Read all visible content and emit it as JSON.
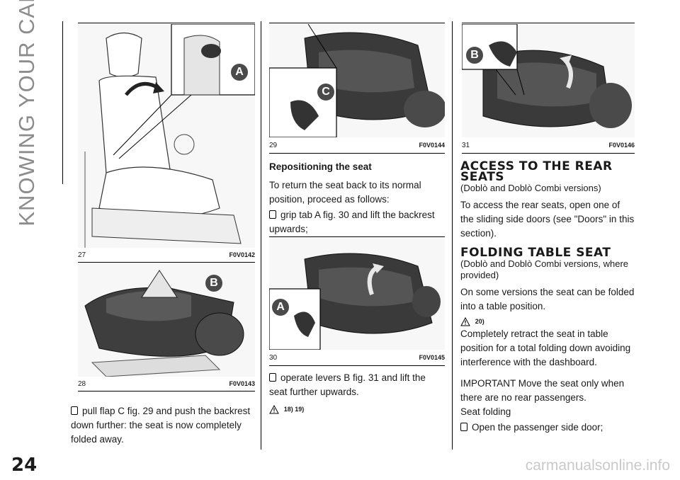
{
  "section_title": "KNOWING YOUR CAR",
  "page_number": "24",
  "watermark": "carmanualsonline.info",
  "figures": [
    {
      "number": "27",
      "code": "F0V0142",
      "callouts": [
        "A"
      ]
    },
    {
      "number": "28",
      "code": "F0V0143",
      "callouts": [
        "B"
      ]
    },
    {
      "number": "29",
      "code": "F0V0144",
      "callouts": [
        "C"
      ]
    },
    {
      "number": "30",
      "code": "F0V0145",
      "callouts": [
        "A"
      ]
    },
    {
      "number": "31",
      "code": "F0V0146",
      "callouts": [
        "B"
      ]
    }
  ],
  "col1": {
    "bullet_text": "pull flap C fig. 29 and push the backrest down further: the seat is now completely folded away."
  },
  "col2": {
    "heading": "Repositioning the seat",
    "intro": "To return the seat back to its normal position, proceed as follows:",
    "bullet1": "grip tab A fig. 30 and lift the backrest upwards;",
    "bullet2": "operate levers B fig. 31 and lift the seat further upwards.",
    "refs": "18) 19)"
  },
  "col3": {
    "heading1": "ACCESS TO THE REAR SEATS",
    "sub1": "(Doblò and Doblò Combi versions)",
    "para1": "To access the rear seats, open one of the sliding side doors (see \"Doors\" in this section).",
    "heading2": "FOLDING TABLE SEAT",
    "sub2": "(Doblò and Doblò Combi versions, where provided)",
    "para2": "On some versions the seat can be folded into a table position.",
    "refs": "20)",
    "para3": "Completely retract the seat in table position for a total folding down avoiding interference with the dashboard.",
    "para4": "IMPORTANT Move the seat only when there are no rear passengers.",
    "para5": "Seat folding",
    "bullet1": "Open the passenger side door;"
  }
}
